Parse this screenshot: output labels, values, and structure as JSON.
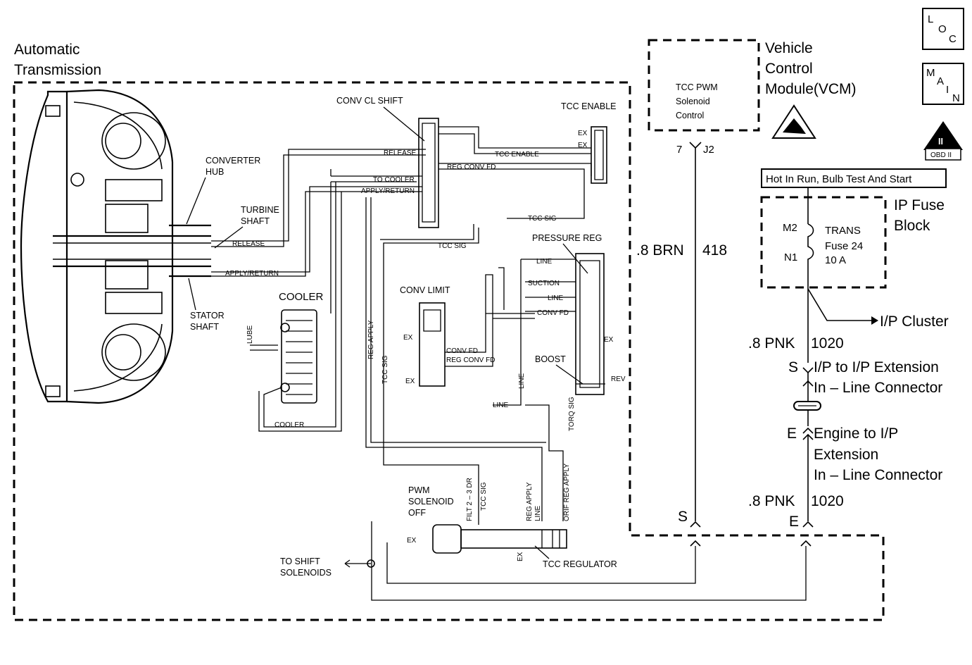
{
  "transmission": {
    "line1": "Automatic",
    "line2": "Transmission"
  },
  "vcm": {
    "title_lines": [
      "Vehicle",
      "Control",
      "Module(VCM)"
    ],
    "box_lines": [
      "TCC PWM",
      "Solenoid",
      "Control"
    ],
    "pin": "7",
    "connector": "J2"
  },
  "icons": {
    "loc": {
      "chars": [
        "L",
        "O",
        "C"
      ]
    },
    "main": {
      "chars": [
        "M",
        "A",
        "I",
        "N"
      ]
    },
    "obd": {
      "label": "OBD II",
      "roman": "II"
    }
  },
  "hot_label": "Hot In Run, Bulb Test And Start",
  "fuse_block": {
    "title_lines": [
      "IP Fuse",
      "Block"
    ],
    "fuse_lines": [
      "TRANS",
      "Fuse 24",
      "10 A"
    ],
    "pin_top": "M2",
    "pin_bottom": "N1"
  },
  "ip_cluster": "I/P Cluster",
  "wires": {
    "brn": {
      "gauge_color": ".8 BRN",
      "circuit": "418"
    },
    "pnk_top": {
      "gauge_color": ".8 PNK",
      "circuit": "1020"
    },
    "pnk_bottom": {
      "gauge_color": ".8 PNK",
      "circuit": "1020"
    }
  },
  "connectors": {
    "ip_ext": {
      "pin": "S",
      "lines": [
        "I/P to I/P Extension",
        "In – Line Connector"
      ]
    },
    "engine_ip": {
      "pin": "E",
      "lines": [
        "Engine to I/P",
        "Extension",
        "In – Line Connector"
      ]
    },
    "bottom_s": "S",
    "bottom_e": "E"
  },
  "hydraulic": {
    "converter_hub": [
      "CONVERTER",
      "HUB"
    ],
    "turbine_shaft": [
      "TURBINE",
      "SHAFT"
    ],
    "stator_shaft": [
      "STATOR",
      "SHAFT"
    ],
    "release": "RELEASE",
    "apply_return": "APPLY/RETURN",
    "cooler": "COOLER",
    "lube": "LUBE",
    "cooler_line": "COOLER",
    "conv_cl_shift": "CONV CL SHIFT",
    "to_cooler": "TO COOLER",
    "apply_return2": "APPLY/RETURN",
    "release2": "RELEASE",
    "tcc_enable_title": "TCC ENABLE",
    "tcc_enable": "TCC ENABLE",
    "reg_conv_fd": "REG CONV FD",
    "tcc_sig": "TCC SIG",
    "tcc_sig2": "TCC SIG",
    "ex": "EX",
    "conv_limit": "CONV LIMIT",
    "conv_fd": "CONV FD",
    "reg_conv_fd2": "REG CONV FD",
    "pressure_reg": "PRESSURE REG",
    "line": "LINE",
    "suction": "SUCTION",
    "line2": "LINE",
    "conv_fd2": "CONV FD",
    "boost": "BOOST",
    "rev": "REV",
    "line3": "LINE",
    "line4": "LINE",
    "torq_sig": "TORQ SIG",
    "reg_apply": "REG APPLY",
    "tcc_sig3": "TCC SIG",
    "filt_2_3_dr": "FILT 2 – 3 DR",
    "tcc_sig4": "TCC SIG",
    "reg_apply2": "REG APPLY",
    "line5": "LINE",
    "orif_reg_apply": "ORIF REG APPLY",
    "pwm_solenoid": [
      "PWM",
      "SOLENOID",
      "OFF"
    ],
    "tcc_regulator": "TCC REGULATOR",
    "to_shift": [
      "TO SHIFT",
      "SOLENOIDS"
    ]
  }
}
